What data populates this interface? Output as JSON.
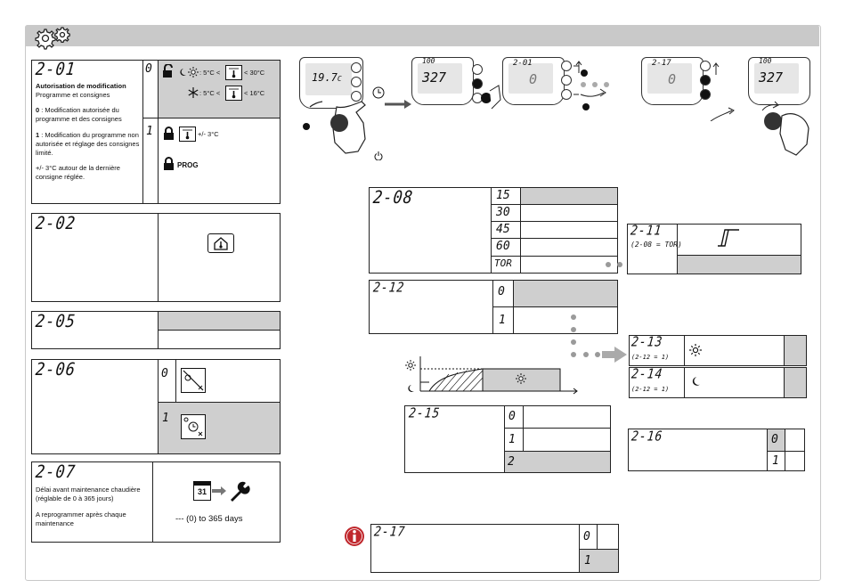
{
  "p201": {
    "code": "2-01",
    "title": "Autorisation de modification",
    "subtitle": "Programme et consignes",
    "opt0_key": "0",
    "opt0_text": " : Modification autorisée du programme et des consignes",
    "opt1_key": "1",
    "opt1_text": " : Modification du programme non autorisée et réglage des consignes limité.",
    "note": "+/- 3°C autour de la dernière consigne réglée.",
    "val0": "0",
    "val1": "1",
    "sun_min": ": 5°C <",
    "sun_max": "< 30°C",
    "snow_min": ": 5°C <",
    "snow_max": "< 16°C",
    "plusminus": "+/- 3°C",
    "prog": "PROG"
  },
  "p202": {
    "code": "2-02"
  },
  "p205": {
    "code": "2-05"
  },
  "p206": {
    "code": "2-06",
    "val0": "0",
    "val1": "1"
  },
  "p207": {
    "code": "2-07",
    "text1": "Délai avant maintenance chaudière (réglable de 0 à 365 jours)",
    "text2": "A reprogrammer après chaque maintenance",
    "calendar": "31",
    "range": "--- (0) to 365 days"
  },
  "p208": {
    "code": "2-08",
    "options": [
      "15",
      "30",
      "45",
      "60",
      "TOR"
    ]
  },
  "p211": {
    "code": "2-11",
    "condition": "(2-08 = TOR)"
  },
  "p212": {
    "code": "2-12",
    "val0": "0",
    "val1": "1"
  },
  "p213": {
    "code": "2-13",
    "condition": "(2-12 = 1)"
  },
  "p214": {
    "code": "2-14",
    "condition": "(2-12 = 1)"
  },
  "p215": {
    "code": "2-15",
    "options": [
      "0",
      "1",
      "2"
    ]
  },
  "p216": {
    "code": "2-16",
    "options": [
      "0",
      "1"
    ]
  },
  "p217": {
    "code": "2-17",
    "options": [
      "0",
      "1"
    ]
  },
  "steps": {
    "s1_temp": "19.7",
    "s1_unit": "C",
    "s2_value": "327",
    "s2_top": "100",
    "s3_code": "2-01",
    "s3_value": "0",
    "s4_code": "2-17",
    "s4_value": "0",
    "s5_value": "327",
    "s5_top": "100"
  },
  "colors": {
    "header": "#c9c9c9",
    "shade": "#cfcfcf",
    "info": "#c0282d"
  }
}
